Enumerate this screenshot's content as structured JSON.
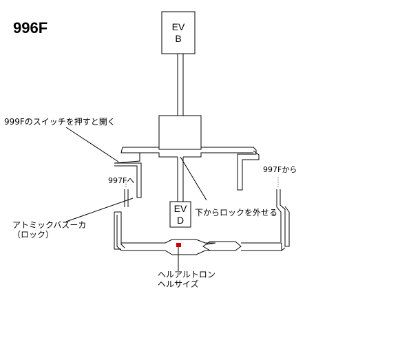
{
  "map": {
    "title": "996F",
    "rooms": {
      "ev_b": {
        "line1": "EV",
        "line2": "B"
      },
      "ev_d": {
        "line1": "EV",
        "line2": "D"
      }
    },
    "labels": {
      "switch_note": "999Fのスイッチを押すと開く",
      "to_997f": "997Fへ",
      "from_997f": "997Fから",
      "lock_from_below": "下からロックを外せる",
      "atomic_bazooka_line1": "アトミックバズーカ",
      "atomic_bazooka_line2": "（ロック）",
      "hellatron_line1": "ヘルアルトロン",
      "hellatron_line2": "ヘルサイズ"
    },
    "colors": {
      "line": "#000000",
      "background": "#ffffff",
      "item_marker": "#cc0000"
    }
  }
}
